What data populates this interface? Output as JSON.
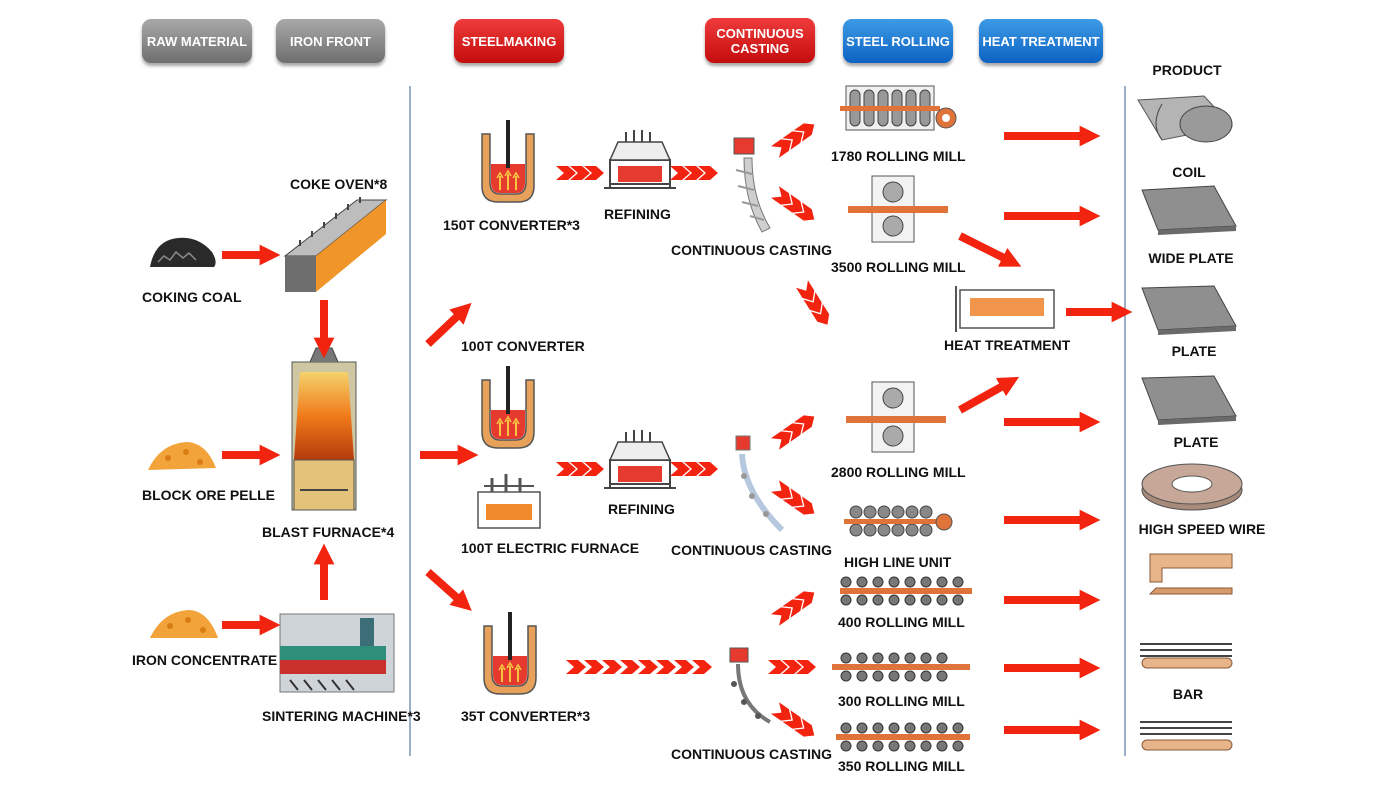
{
  "headers": {
    "raw_material": "RAW MATERIAL",
    "iron_front": "IRON FRONT",
    "steelmaking": "STEELMAKING",
    "continuous_casting": "CONTINUOUS CASTING",
    "steel_rolling": "STEEL ROLLING",
    "heat_treatment": "HEAT TREATMENT"
  },
  "colors": {
    "arrow": "#f2230f",
    "gray_header": "#8a8a8a",
    "red_header": "#d41414",
    "blue_header": "#1a72d0",
    "divider": "#9bb0c8"
  },
  "raw": {
    "coking_coal": "COKING COAL",
    "block_ore": "BLOCK ORE PELLE",
    "iron_concentrate": "IRON CONCENTRATE"
  },
  "iron": {
    "coke_oven": "COKE OVEN*8",
    "blast_furnace": "BLAST FURNACE*4",
    "sintering": "SINTERING MACHINE*3"
  },
  "steel": {
    "conv150": "150T CONVERTER*3",
    "refining1": "REFINING",
    "conv100": "100T CONVERTER",
    "refining2": "REFINING",
    "electric": "100T  ELECTRIC FURNACE",
    "conv35": "35T CONVERTER*3"
  },
  "casting": {
    "cc1": "CONTINUOUS CASTING",
    "cc2": "CONTINUOUS CASTING",
    "cc3": "CONTINUOUS CASTING"
  },
  "rolling": {
    "m1780": "1780 ROLLING MILL",
    "m3500": "3500 ROLLING MILL",
    "heat": "HEAT TREATMENT",
    "m2800": "2800 ROLLING MILL",
    "highline": "HIGH LINE UNIT",
    "m400": "400 ROLLING MILL",
    "m300": "300 ROLLING MILL",
    "m350": "350 ROLLING MILL"
  },
  "product": {
    "title": "PRODUCT",
    "coil": "COIL",
    "wide_plate": "WIDE PLATE",
    "plate1": "PLATE",
    "plate2": "PLATE",
    "wire": "HIGH SPEED WIRE",
    "bar": "BAR"
  }
}
